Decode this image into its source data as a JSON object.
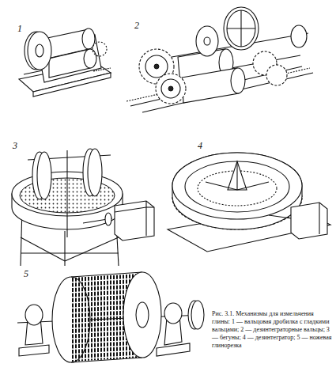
{
  "diagram": {
    "caption": "Рис. 3.1. Механизмы для измельчения глины: 1 — вальцовая дробилка с гладкими вальцами; 2 — дезинтеграторные вальцы; 3 — бегуны; 4 — дезинтегратор; 5 — ножевая глинорезка",
    "labels": [
      "1",
      "2",
      "3",
      "4",
      "5"
    ]
  }
}
